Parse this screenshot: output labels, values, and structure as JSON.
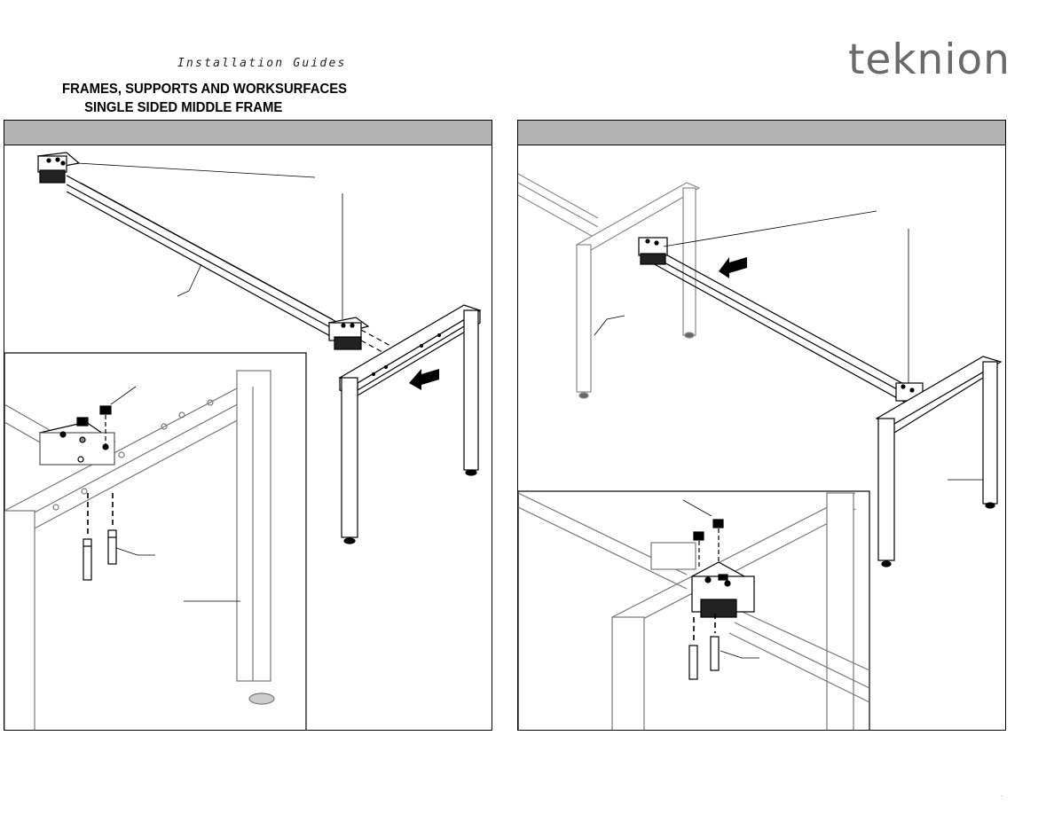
{
  "header": {
    "section_label": "Installation Guides",
    "title_line1": "FRAMES, SUPPORTS AND WORKSURFACES",
    "title_line2": "SINGLE SIDED MIDDLE FRAME"
  },
  "brand": {
    "logo_text": "teknion",
    "color": "#6b6b6b"
  },
  "panels": [
    {
      "id": "left",
      "header_color": "#b3b3b3"
    },
    {
      "id": "right",
      "header_color": "#b3b3b3"
    }
  ],
  "footer": {
    "page_mark": "."
  }
}
